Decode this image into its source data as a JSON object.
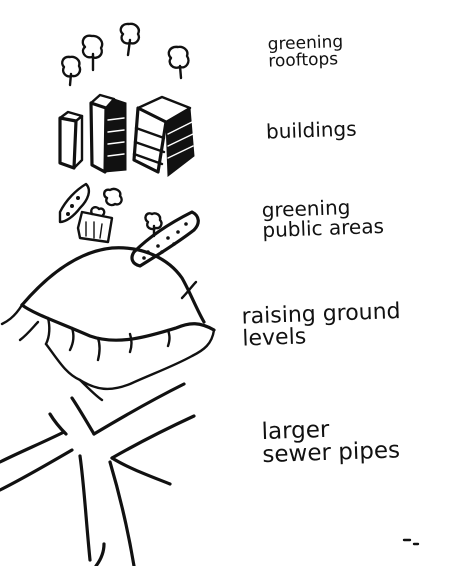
{
  "layers": [
    {
      "key": "rooftops",
      "label": "greening\nrooftops"
    },
    {
      "key": "buildings",
      "label": "buildings"
    },
    {
      "key": "public",
      "label": "greening\npublic areas"
    },
    {
      "key": "raising",
      "label": "raising ground\nlevels"
    },
    {
      "key": "sewer",
      "label": "larger\nsewer pipes"
    }
  ],
  "icons": {
    "trees": "tree-icon",
    "buildings": "building-icon",
    "park": "park-icon",
    "mound": "ground-mound-icon",
    "pipes": "sewer-pipe-icon"
  },
  "colors": {
    "ink": "#111111",
    "paper": "#ffffff"
  }
}
